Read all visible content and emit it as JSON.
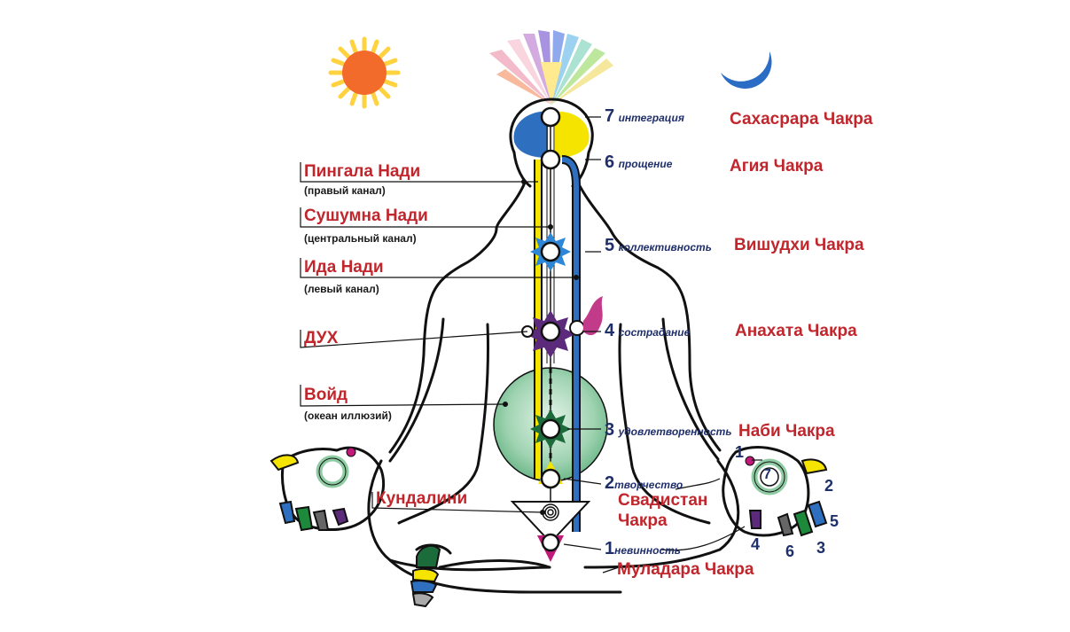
{
  "left_labels": {
    "pingala": {
      "title": "Пингала Нади",
      "sub": "(правый канал)"
    },
    "sushumna": {
      "title": "Сушумна Нади",
      "sub": "(центральный канал)"
    },
    "ida": {
      "title": "Ида Нади",
      "sub": "(левый канал)"
    },
    "spirit": {
      "title": "ДУХ"
    },
    "void": {
      "title": "Войд",
      "sub": "(океан иллюзий)"
    },
    "kundalini": {
      "title": "Кундалини"
    }
  },
  "chakras": [
    {
      "number": "7",
      "quality": "интеграция",
      "name": "Сахасрара Чакра"
    },
    {
      "number": "6",
      "quality": "прощение",
      "name": "Агия Чакра"
    },
    {
      "number": "5",
      "quality": "коллективность",
      "name": "Вишудхи Чакра"
    },
    {
      "number": "4",
      "quality": "сострадание",
      "name": "Анахата Чакра"
    },
    {
      "number": "3",
      "quality": "удовлетворенность",
      "name": "Наби Чакра"
    },
    {
      "number": "2",
      "quality": "творчество",
      "name_line1": "Свадистан",
      "name_line2": "Чакра"
    },
    {
      "number": "1",
      "quality": "невинность",
      "name": "Муладара Чакра"
    }
  ],
  "right_hand": {
    "center": "7",
    "fingers": [
      "1",
      "2",
      "5",
      "3",
      "6",
      "4"
    ]
  },
  "colors": {
    "label_red": "#c0262c",
    "number_navy": "#1f2f6b",
    "sun": "#f26b2b",
    "sun_rays": "#ffd23f",
    "moon": "#2b6cc4",
    "pingala_yellow": "#f5e400",
    "ida_blue": "#2e6fc0",
    "void_green": "#8fcca4"
  }
}
